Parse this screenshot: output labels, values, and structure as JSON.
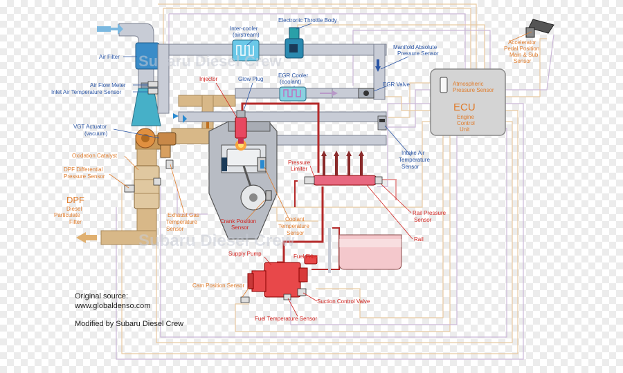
{
  "watermark": "Subaru Diesel Crew",
  "labels": {
    "air_filter": "Air Filter",
    "air_flow_meter": "Air Flow Meter",
    "inlet_air_temp": "Inlet Air Temperature Sensor",
    "vgt_actuator_1": "VGT Actuator",
    "vgt_actuator_2": "(vacuum)",
    "oxidation_catalyst": "Oxidation Catalyst",
    "dpf_diff_1": "DPF Differential",
    "dpf_diff_2": "Pressure Sensor",
    "dpf_title": "DPF",
    "dpf_1": "Diesel",
    "dpf_2": "Particulate",
    "dpf_3": "Filter",
    "intercooler_1": "Inter-cooler",
    "intercooler_2": "(airstream)",
    "throttle_body": "Electronic Throttle Body",
    "map_sensor_1": "Manifold Absolute",
    "map_sensor_2": "Pressure Sensor",
    "injector": "Injector",
    "glow_plug": "Glow Plug",
    "egr_cooler_1": "EGR Cooler",
    "egr_cooler_2": "(coolant)",
    "egr_valve": "EGR Valve",
    "ecu_atm_1": "Atmospheric",
    "ecu_atm_2": "Pressure Sensor",
    "ecu_title": "ECU",
    "ecu_1": "Engine",
    "ecu_2": "Control",
    "ecu_3": "Unit",
    "accel_1": "Accelerator",
    "accel_2": "Pedal Position",
    "accel_3": "Main & Sub",
    "accel_4": "Sensor",
    "intake_temp_1": "Intake Air",
    "intake_temp_2": "Temperature",
    "intake_temp_3": "Sensor",
    "pressure_limiter_1": "Pressure",
    "pressure_limiter_2": "Limiter",
    "rail_pressure_1": "Rail Pressure",
    "rail_pressure_2": "Sensor",
    "rail": "Rail",
    "exhaust_temp_1": "Exhaust Gas",
    "exhaust_temp_2": "Temperature",
    "exhaust_temp_3": "Sensor",
    "crank_1": "Crank Position",
    "crank_2": "Sensor",
    "coolant_1": "Coolant",
    "coolant_2": "Temperature",
    "coolant_3": "Sensor",
    "supply_pump": "Supply Pump",
    "fuel_filter": "Fuel Filter",
    "cam_sensor": "Cam Position Sensor",
    "suction_valve": "Suction Control Valve",
    "fuel_temp": "Fuel Temperature Sensor",
    "source_1": "Original source:",
    "source_2": "www.globaldenso.com",
    "modified": "Modified by Subaru Diesel Crew"
  },
  "colors": {
    "label_blue": "#2a55a5",
    "label_red": "#d2231f",
    "label_orange": "#e07b2a",
    "intake_pipe": "#c8ccd6",
    "exhaust_pipe": "#d8b888",
    "fuel_line": "#b52a2a",
    "ecu_body": "#d4d4d4",
    "pump_body": "#e8484a"
  },
  "icons": [
    "arrow-in-icon",
    "arrow-out-icon",
    "pedal-icon",
    "gear-icon"
  ]
}
